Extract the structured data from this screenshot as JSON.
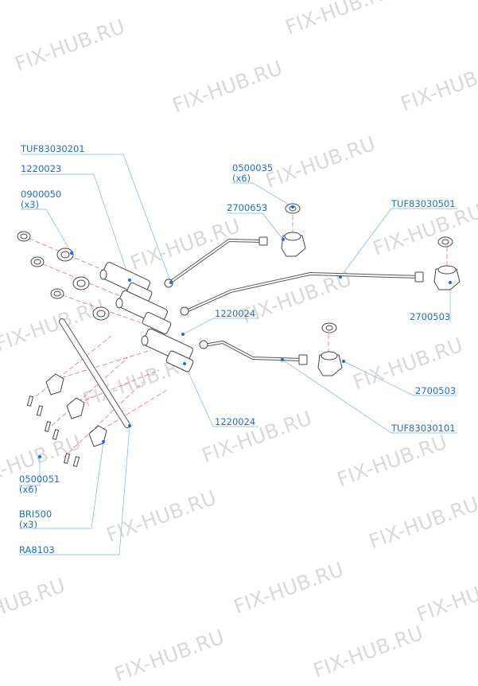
{
  "watermark": "FIX-HUB.RU",
  "colors": {
    "label": "#1f6fbf",
    "leader": "#7fb3d8",
    "dot": "#1a66ff",
    "part_line": "#444444",
    "dash": "#e06060",
    "watermark": "#d9d9d9"
  },
  "labels": {
    "tuf83030201": "TUF83030201",
    "p1220023": "1220023",
    "p0900050": "0900050",
    "p0900050_qty": "(x3)",
    "p0500035": "0500035",
    "p0500035_qty": "(x6)",
    "p2700653": "2700653",
    "tuf83030501": "TUF83030501",
    "p1220024_a": "1220024",
    "p2700503_a": "2700503",
    "p2700503_b": "2700503",
    "p1220024_b": "1220024",
    "tuf83030101": "TUF83030101",
    "p0500051": "0500051",
    "p0500051_qty": "(x6)",
    "bri500": "BRI500",
    "bri500_qty": "(x3)",
    "ra8103": "RA8103"
  }
}
